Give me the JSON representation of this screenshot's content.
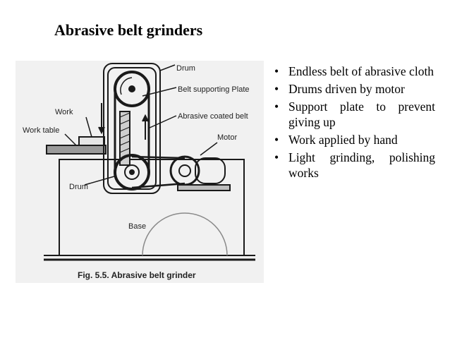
{
  "title": "Abrasive belt grinders",
  "figure": {
    "caption": "Fig. 5.5. Abrasive belt grinder",
    "labels": {
      "drum_top": "Drum",
      "belt_plate": "Belt supporting Plate",
      "work": "Work",
      "abrasive_belt": "Abrasive  coated belt",
      "work_table": "Work table",
      "motor": "Motor",
      "drum_bottom": "Drum",
      "base": "Base"
    }
  },
  "bullets": [
    "Endless belt of abrasive cloth",
    "Drums driven by motor",
    "Support plate to prevent giving up",
    "Work applied by hand",
    "Light grinding, polishing works"
  ]
}
